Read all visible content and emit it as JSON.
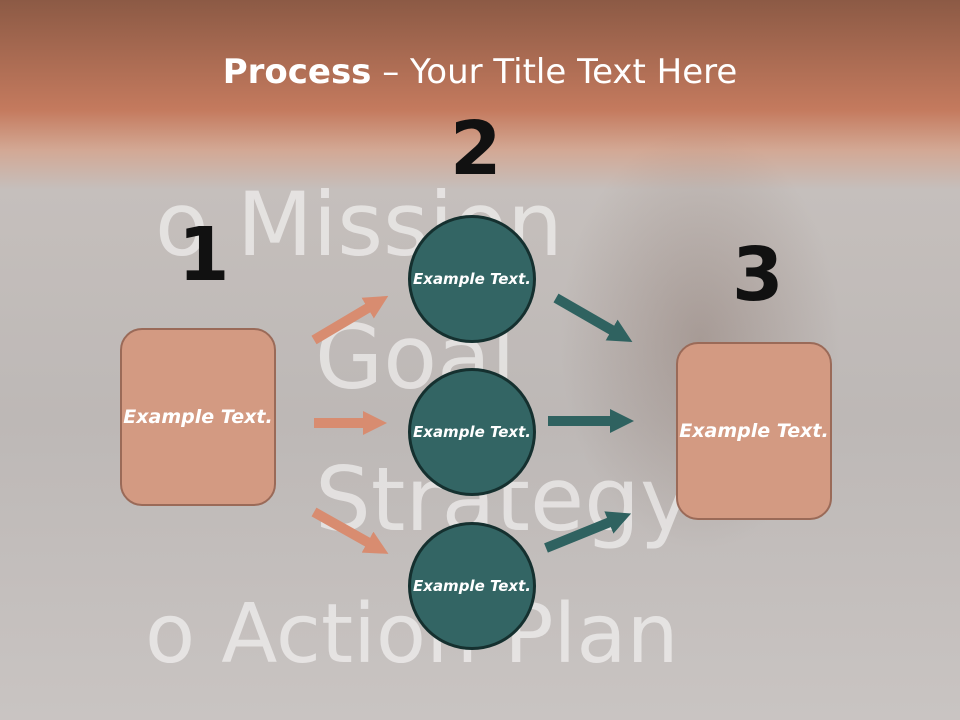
{
  "title": {
    "bold": "Process",
    "rest": " – Your Title Text Here"
  },
  "background_chalk": [
    "o Mission",
    "Goal",
    "Strategy",
    "o Action Plan"
  ],
  "steps": [
    {
      "number": "1",
      "box_text": "Example Text."
    },
    {
      "number": "2",
      "circles": [
        "Example Text.",
        "Example Text.",
        "Example Text."
      ]
    },
    {
      "number": "3",
      "box_text": "Example Text."
    }
  ],
  "colors": {
    "box_fill": "#d39a82",
    "box_border": "#9a6a58",
    "circle_fill": "#336564",
    "circle_border": "#15302f",
    "arrow_left": "#d88c70",
    "arrow_right": "#2f6260",
    "title_bar": "#c47a5e"
  }
}
